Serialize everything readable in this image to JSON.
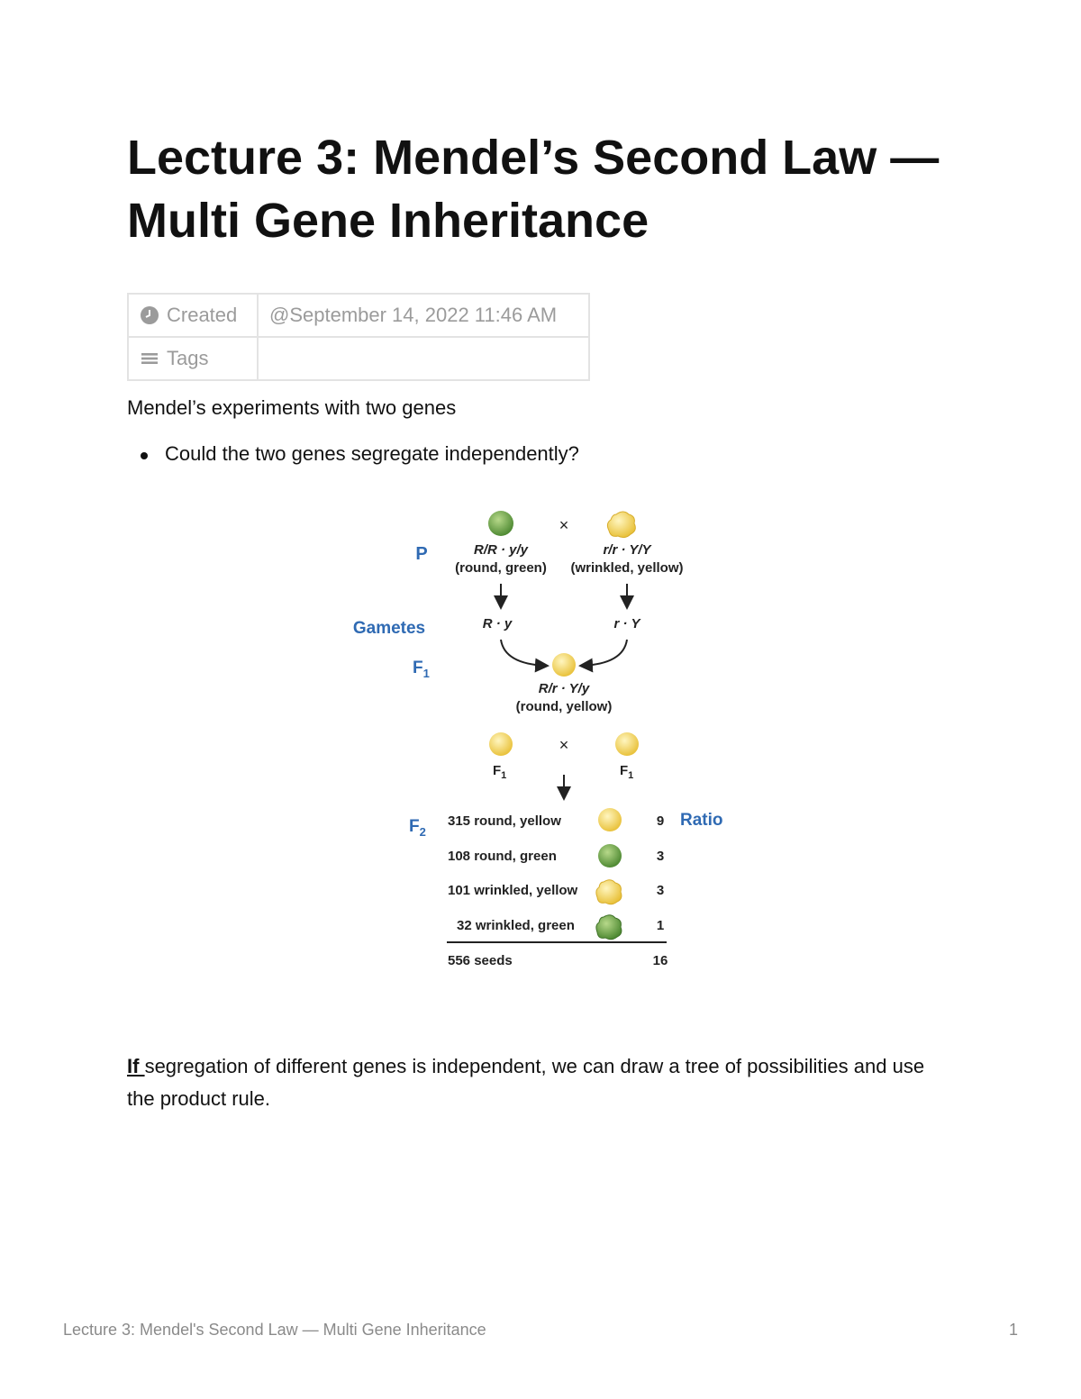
{
  "title": "Lecture 3: Mendel’s Second Law — Multi Gene Inheritance",
  "properties": {
    "created_label": "Created",
    "created_value": "@September 14, 2022 11:46 AM",
    "tags_label": "Tags",
    "tags_value": ""
  },
  "intro": "Mendel’s experiments with two genes",
  "bullet": "Could the two genes segregate independently?",
  "figure": {
    "colors": {
      "label_blue": "#2f6ab3",
      "pea_yellow": "#f4d35e",
      "pea_green": "#6ea84a"
    },
    "cross_symbol": "×",
    "p_label": "P",
    "parent_left_genotype": "R/R · y/y",
    "parent_left_phenotype": "(round, green)",
    "parent_right_genotype": "r/r · Y/Y",
    "parent_right_phenotype": "(wrinkled, yellow)",
    "gametes_label": "Gametes",
    "gamete_left": "R · y",
    "gamete_right": "r · Y",
    "f1_label": "F",
    "f1_sub": "1",
    "f1_genotype": "R/r · Y/y",
    "f1_phenotype": "(round, yellow)",
    "f1_cross_left": "F",
    "f1_cross_right": "F",
    "f2_label": "F",
    "f2_sub": "2",
    "ratio_label": "Ratio",
    "rows": [
      {
        "label": "315 round, yellow",
        "ratio": "9"
      },
      {
        "label": "108 round, green",
        "ratio": "3"
      },
      {
        "label": "101 wrinkled, yellow",
        "ratio": "3"
      },
      {
        "label": "32 wrinkled, green",
        "ratio": "1"
      }
    ],
    "total_label": "556 seeds",
    "total_ratio": "16"
  },
  "paragraph": {
    "lead": "If ",
    "rest": "segregation of different genes is independent, we can draw a tree of possibilities and use the product rule."
  },
  "footer": {
    "title": "Lecture 3: Mendel's Second Law — Multi Gene Inheritance",
    "page_number": "1"
  }
}
